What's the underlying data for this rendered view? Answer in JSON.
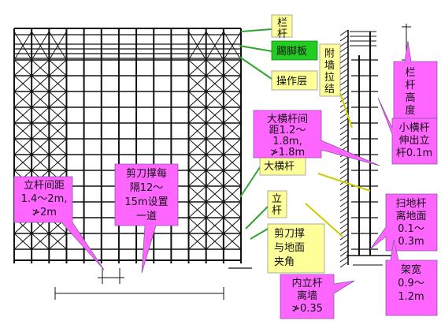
{
  "colors": {
    "yellow_label": "#ffff99",
    "green_label": "#22cc22",
    "magenta_callout": "#ff66ff",
    "callout_stroke": "#8855aa",
    "leader_green": "#2fa52f",
    "leader_yellow": "#cccc00",
    "ink": "#111111"
  },
  "labels": {
    "lan_gan": "栏\n杆",
    "ti_jiao_ban": "踢脚板",
    "cao_zuo_ceng": "操作层",
    "fu_qiang_la_jie": "附\n墙\n拉\n结",
    "da_heng_gan": "大横杆",
    "li_gan": "立\n杆",
    "jian_dao_cheng_jia_jiao": "剪刀撑\n与地面\n夹角"
  },
  "callouts": {
    "lan_gan_gao_du": "栏\n杆\n高\n度",
    "da_heng_gan_jian_ju": "大横杆间\n距1.2～\n1.8m,\n≯1.8m",
    "xiao_heng_gan": "小横杆\n伸出立\n杆0.1m",
    "li_gan_jian_ju": "立杆间距\n1.4～2m,\n≯2m",
    "jian_dao_cheng_mei": "剪刀撑每\n隔12～\n15m设置\n一道",
    "sao_di_gan": "扫地杆\n离地面\n0.1～\n0.3m",
    "jia_kuan": "架宽\n0.9～\n1.2m",
    "nei_li_gan": "内立杆\n离墙\n≯0.35"
  }
}
